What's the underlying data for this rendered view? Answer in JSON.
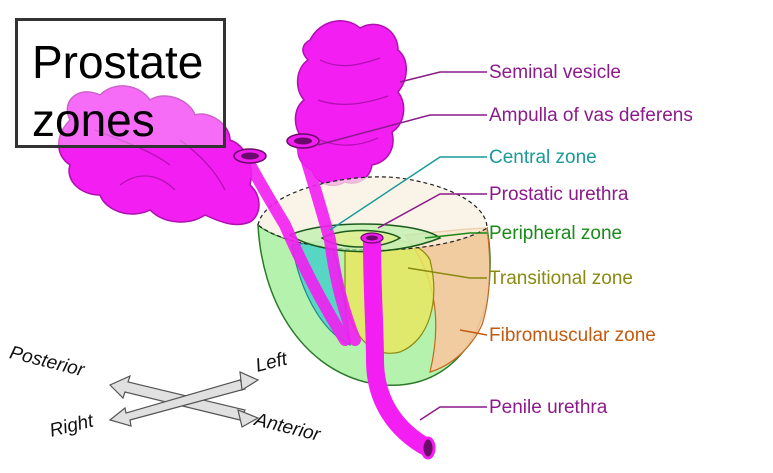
{
  "title": {
    "line1": "Prostate",
    "line2": "zones"
  },
  "labels": {
    "seminal_vesicle": {
      "text": "Seminal vesicle",
      "color": "#8b1a8b"
    },
    "ampulla": {
      "text": "Ampulla of vas deferens",
      "color": "#8b1a8b"
    },
    "central_zone": {
      "text": "Central zone",
      "color": "#1a9a9a"
    },
    "prostatic_urethra": {
      "text": "Prostatic urethra",
      "color": "#8b1a8b"
    },
    "peripheral_zone": {
      "text": "Peripheral zone",
      "color": "#1a8a1a"
    },
    "transitional_zone": {
      "text": "Transitional zone",
      "color": "#8a8a10"
    },
    "fibromuscular_zone": {
      "text": "Fibromuscular zone",
      "color": "#c25a10"
    },
    "penile_urethra": {
      "text": "Penile urethra",
      "color": "#8b1a8b"
    }
  },
  "orientation": {
    "posterior": "Posterior",
    "left": "Left",
    "right": "Right",
    "anterior": "Anterior"
  },
  "colors": {
    "vesicle": "#f21ef2",
    "vesicle_outline": "#b010b0",
    "peripheral": "#a8f0a0",
    "central": "#40d0c8",
    "transitional": "#e8e860",
    "fibromuscular": "#f8c8a0"
  }
}
